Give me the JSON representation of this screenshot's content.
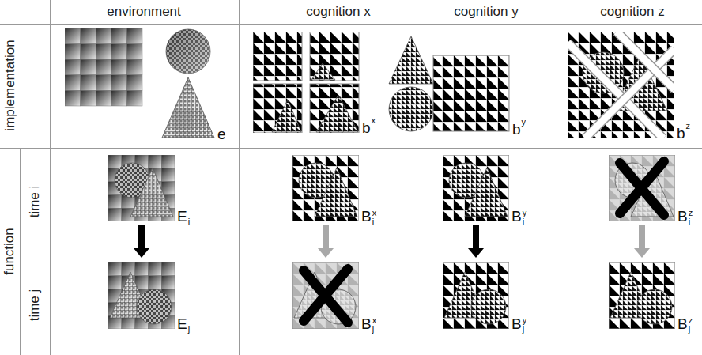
{
  "diagram": {
    "nodes": [
      {
        "text": [
          "e"
        ]
      },
      {
        "text": [
          "b",
          "x"
        ]
      },
      {
        "text": [
          "b",
          "y"
        ]
      },
      {
        "text": [
          "b",
          "z"
        ]
      },
      {
        "text": [
          "E",
          "i"
        ]
      },
      {
        "text": [
          "B",
          "x",
          "i"
        ]
      },
      {
        "text": [
          "B",
          "y",
          "i"
        ]
      },
      {
        "text": [
          "B",
          "z",
          "i"
        ]
      },
      {
        "text": [
          "E",
          "j"
        ]
      },
      {
        "text": [
          "B",
          "x",
          "j"
        ]
      },
      {
        "text": [
          "B",
          "y",
          "j"
        ]
      },
      {
        "text": [
          "B",
          "z",
          "j"
        ]
      }
    ],
    "edges": [
      {
        "from": 4,
        "to": 8,
        "arrow": "to"
      },
      {
        "from": 5,
        "to": 9,
        "arrow": "to"
      },
      {
        "from": 6,
        "to": 10,
        "arrow": "to"
      },
      {
        "from": 7,
        "to": 11,
        "arrow": "to"
      }
    ],
    "labels": [
      "environment",
      "cognition x",
      "cognition y",
      "cognition z",
      "implementation",
      "function",
      "time i",
      "time j"
    ]
  }
}
